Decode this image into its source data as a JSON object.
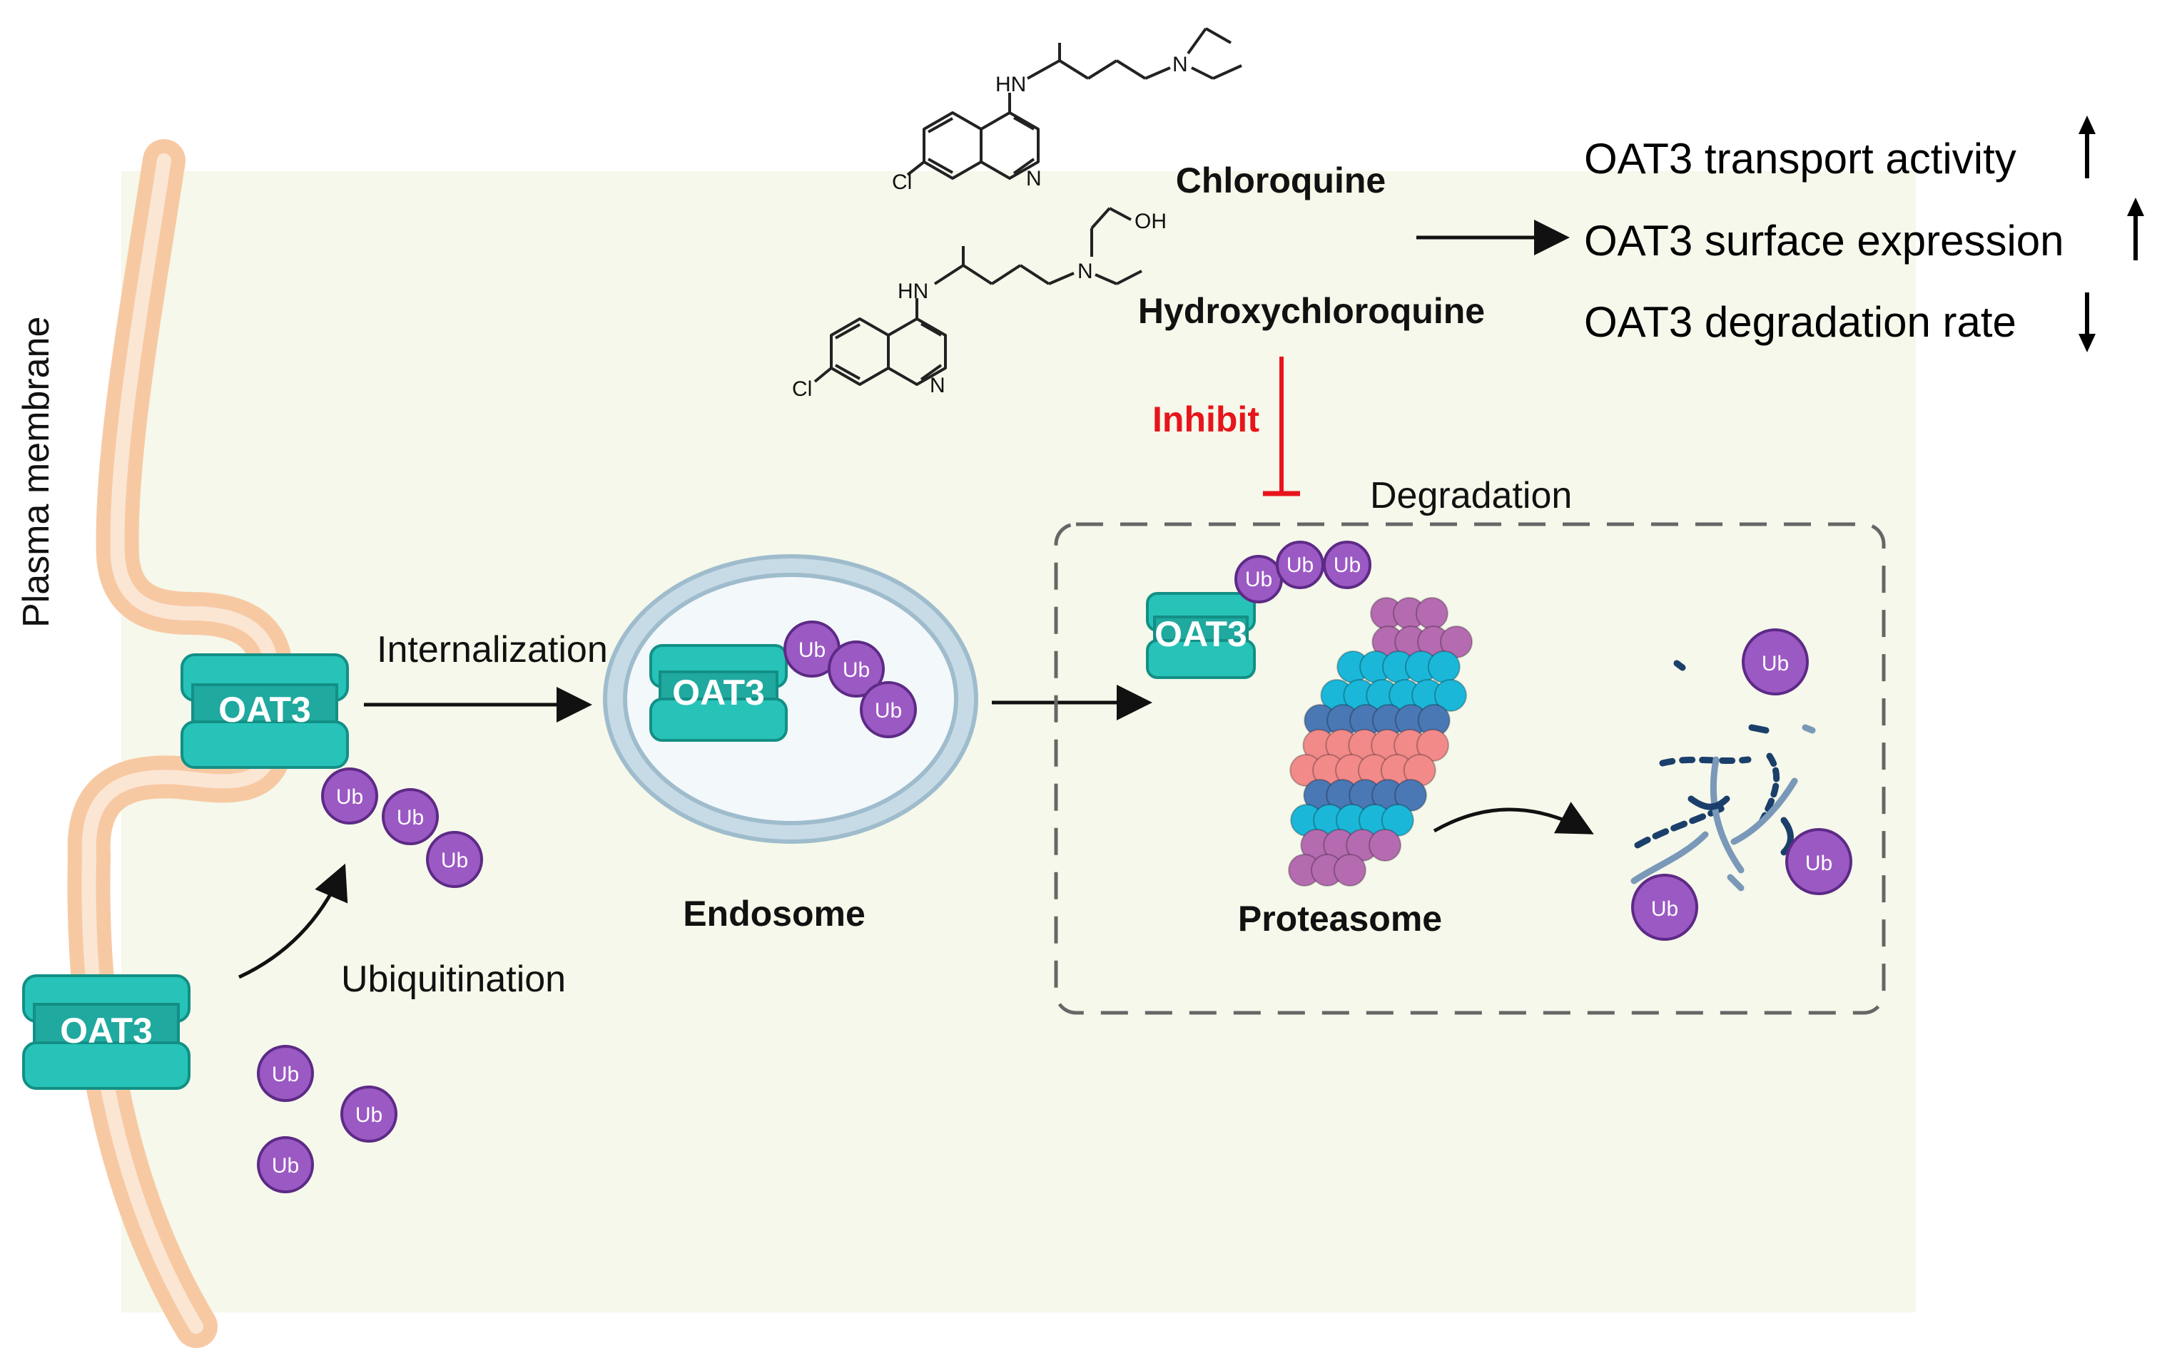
{
  "labels": {
    "plasma_membrane": "Plasma membrane",
    "internalization": "Internalization",
    "ubiquitination": "Ubiquitination",
    "endosome": "Endosome",
    "proteasome": "Proteasome",
    "degradation": "Degradation",
    "inhibit": "Inhibit"
  },
  "drugs": {
    "chloroquine": "Chloroquine",
    "hydroxychloroquine": "Hydroxychloroquine"
  },
  "structure_atoms": {
    "hn": "HN",
    "n": "N",
    "cl": "Cl",
    "oh": "OH"
  },
  "protein": "OAT3",
  "ubiquitin": "Ub",
  "effects": [
    {
      "text": "OAT3 transport activity",
      "direction": "up",
      "arrow": "↑"
    },
    {
      "text": "OAT3 surface expression",
      "direction": "up",
      "arrow": "↑"
    },
    {
      "text": "OAT3 degradation rate",
      "direction": "down",
      "arrow": "↓"
    }
  ],
  "colors": {
    "cell_background": "#f5f8ea",
    "membrane": "#f7c9a3",
    "transporter": "#27c3b8",
    "ubiquitin": "#9b59c3",
    "inhibit": "#e8141c",
    "proteasome_pink": "#b56bb0",
    "proteasome_cyan": "#1bb7d9",
    "proteasome_blue": "#4a78b5",
    "proteasome_salmon": "#f28a8a"
  }
}
